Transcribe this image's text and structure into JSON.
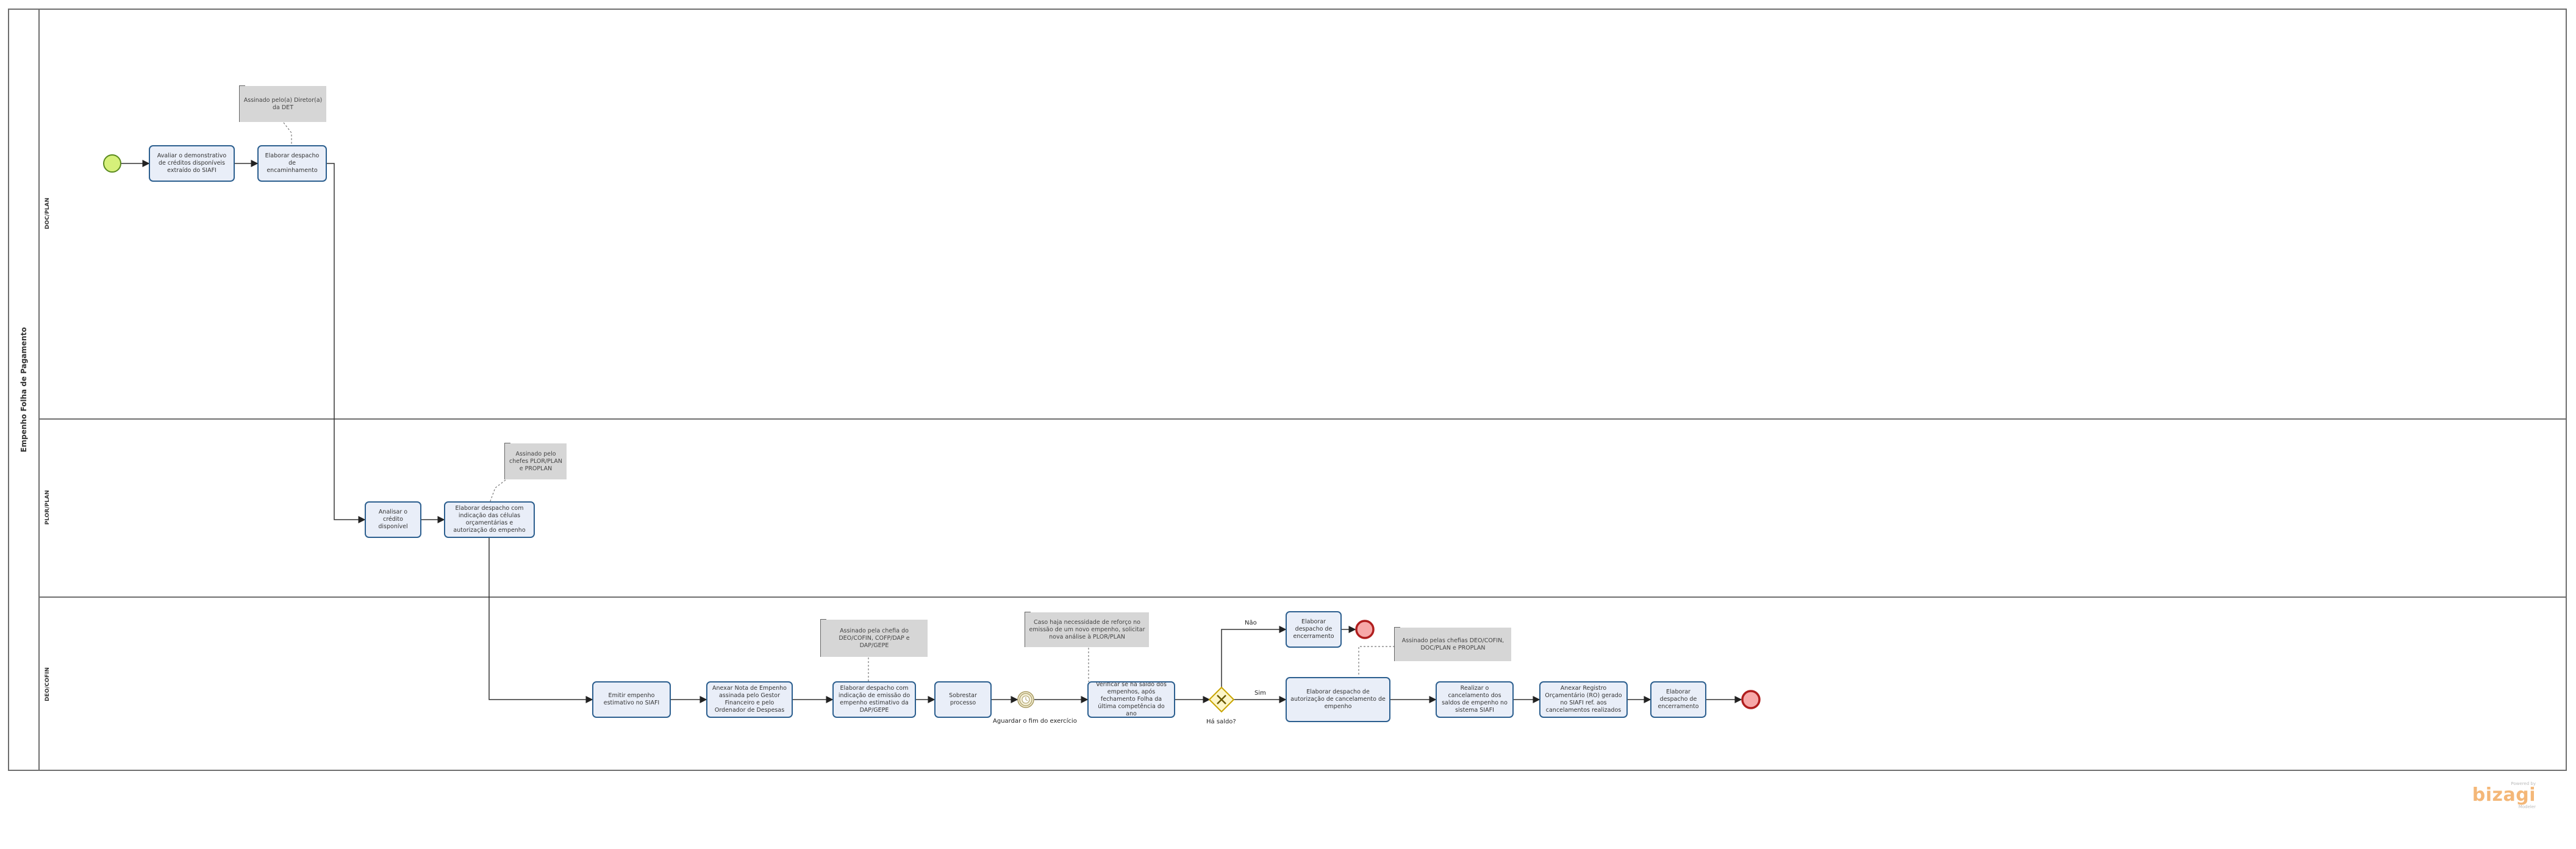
{
  "pool": {
    "title": "Empenho Folha de Pagamento"
  },
  "lanes": [
    {
      "label": "DOC/PLAN"
    },
    {
      "label": "PLOR/PLAN"
    },
    {
      "label": "DEO/COFIN"
    }
  ],
  "tasks": {
    "t1": "Avaliar o demonstrativo de créditos disponíveis extraído do SIAFI",
    "t2": "Elaborar despacho de encaminhamento",
    "t3": "Analisar o crédito disponível",
    "t4": "Elaborar despacho com indicação das células orçamentárias e autorização do empenho",
    "t5": "Emitir empenho estimativo no SIAFI",
    "t6": "Anexar Nota de Empenho assinada pelo Gestor Financeiro e pelo Ordenador de Despesas",
    "t7": "Elaborar despacho com indicação de emissão do empenho estimativo da DAP/GEPE",
    "t8": "Sobrestar processo",
    "t9": "Verificar se há saldo dos empenhos, após fechamento Folha da última competência do ano",
    "t10": "Elaborar despacho de encerramento",
    "t11": "Elaborar despacho de autorização de cancelamento de empenho",
    "t12": "Realizar o cancelamento dos saldos de empenho no sistema SIAFI",
    "t13": "Anexar Registro Orçamentário (RO) gerado no SIAFI ref. aos cancelamentos realizados",
    "t14": "Elaborar despacho de encerramento"
  },
  "annotations": {
    "a1": "Assinado pelo(a) Diretor(a) da DET",
    "a2": "Assinado pelo chefes PLOR/PLAN e PROPLAN",
    "a3": "Assinado pela chefia do DEO/COFIN, COFP/DAP e DAP/GEPE",
    "a4": "Caso haja necessidade de reforço no emissão de um novo empenho, solicitar nova análise à PLOR/PLAN",
    "a5": "Assinado pelas chefias DEO/COFIN, DOC/PLAN e PROPLAN"
  },
  "labels": {
    "timer_event": "Aguardar o fim do exercício",
    "gateway": "Há saldo?",
    "branch_no": "Não",
    "branch_yes": "Sim"
  },
  "colors": {
    "start_fill": "#d6f07a",
    "start_stroke": "#5a8a1e",
    "end_fill": "#f7a8a8",
    "end_stroke": "#b01e1e",
    "task_fill": "#e9eef8",
    "task_stroke": "#2c5f8f",
    "annotation_fill": "#d6d6d6",
    "gateway_fill": "#fdf6c8",
    "gateway_stroke": "#c8a400"
  },
  "branding": {
    "powered_by": "Powered by",
    "logo": "bizagi",
    "product": "Modeler"
  }
}
